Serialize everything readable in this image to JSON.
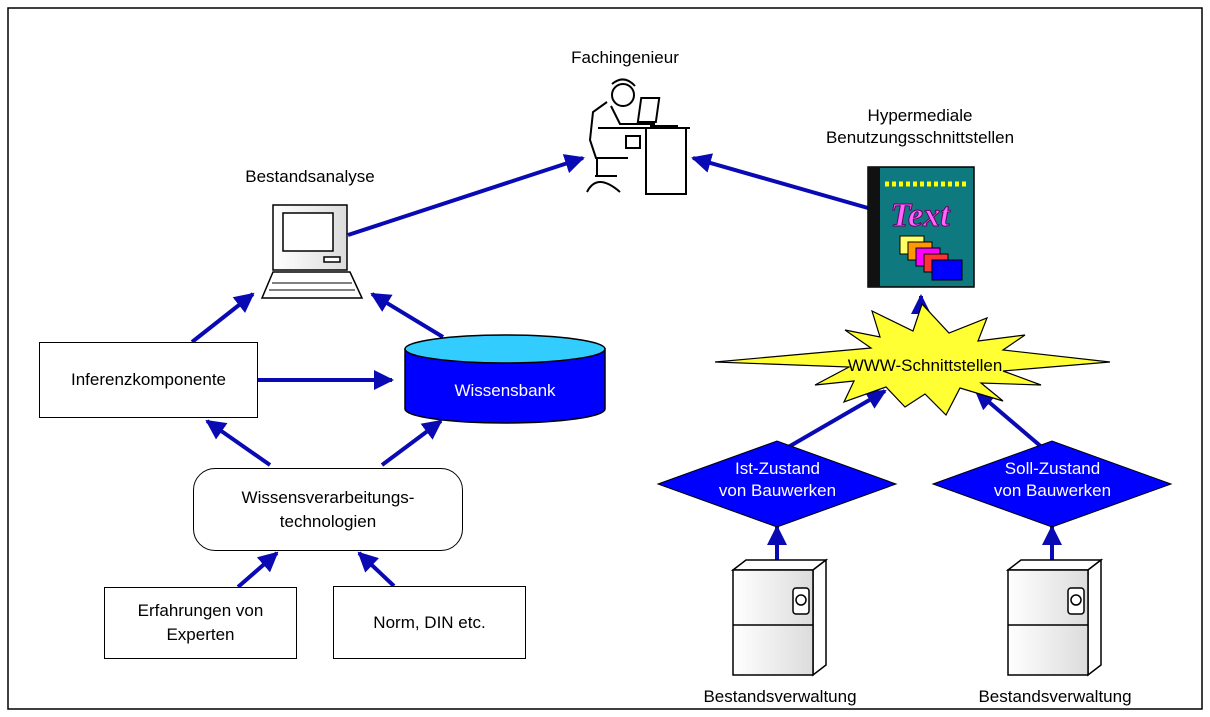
{
  "nodes": {
    "fachingenieur": "Fachingenieur",
    "hypermedia": {
      "line1": "Hypermediale",
      "line2": "Benutzungsschnittstellen"
    },
    "bestandsanalyse": "Bestandsanalyse",
    "inferenz": "Inferenzkomponente",
    "wissensbank": "Wissensbank",
    "www": "WWW-Schnittstellen",
    "wv_tech": {
      "line1": "Wissensverarbeitungs-",
      "line2": "technologien"
    },
    "ist_zustand": {
      "line1": "Ist-Zustand",
      "line2": "von Bauwerken"
    },
    "soll_zustand": {
      "line1": "Soll-Zustand",
      "line2": "von Bauwerken"
    },
    "erfahrungen": {
      "line1": "Erfahrungen von",
      "line2": "Experten"
    },
    "norm": "Norm, DIN etc.",
    "bestandsverwaltung_1": "Bestandsverwaltung",
    "bestandsverwaltung_2": "Bestandsverwaltung",
    "book_text": "Text"
  },
  "colors": {
    "arrow": "#0a0ab4",
    "database_body": "#0000ff",
    "database_top": "#33ccff",
    "diamond": "#0000ff",
    "star": "#ffff33",
    "book_cover": "#0e7a80"
  }
}
